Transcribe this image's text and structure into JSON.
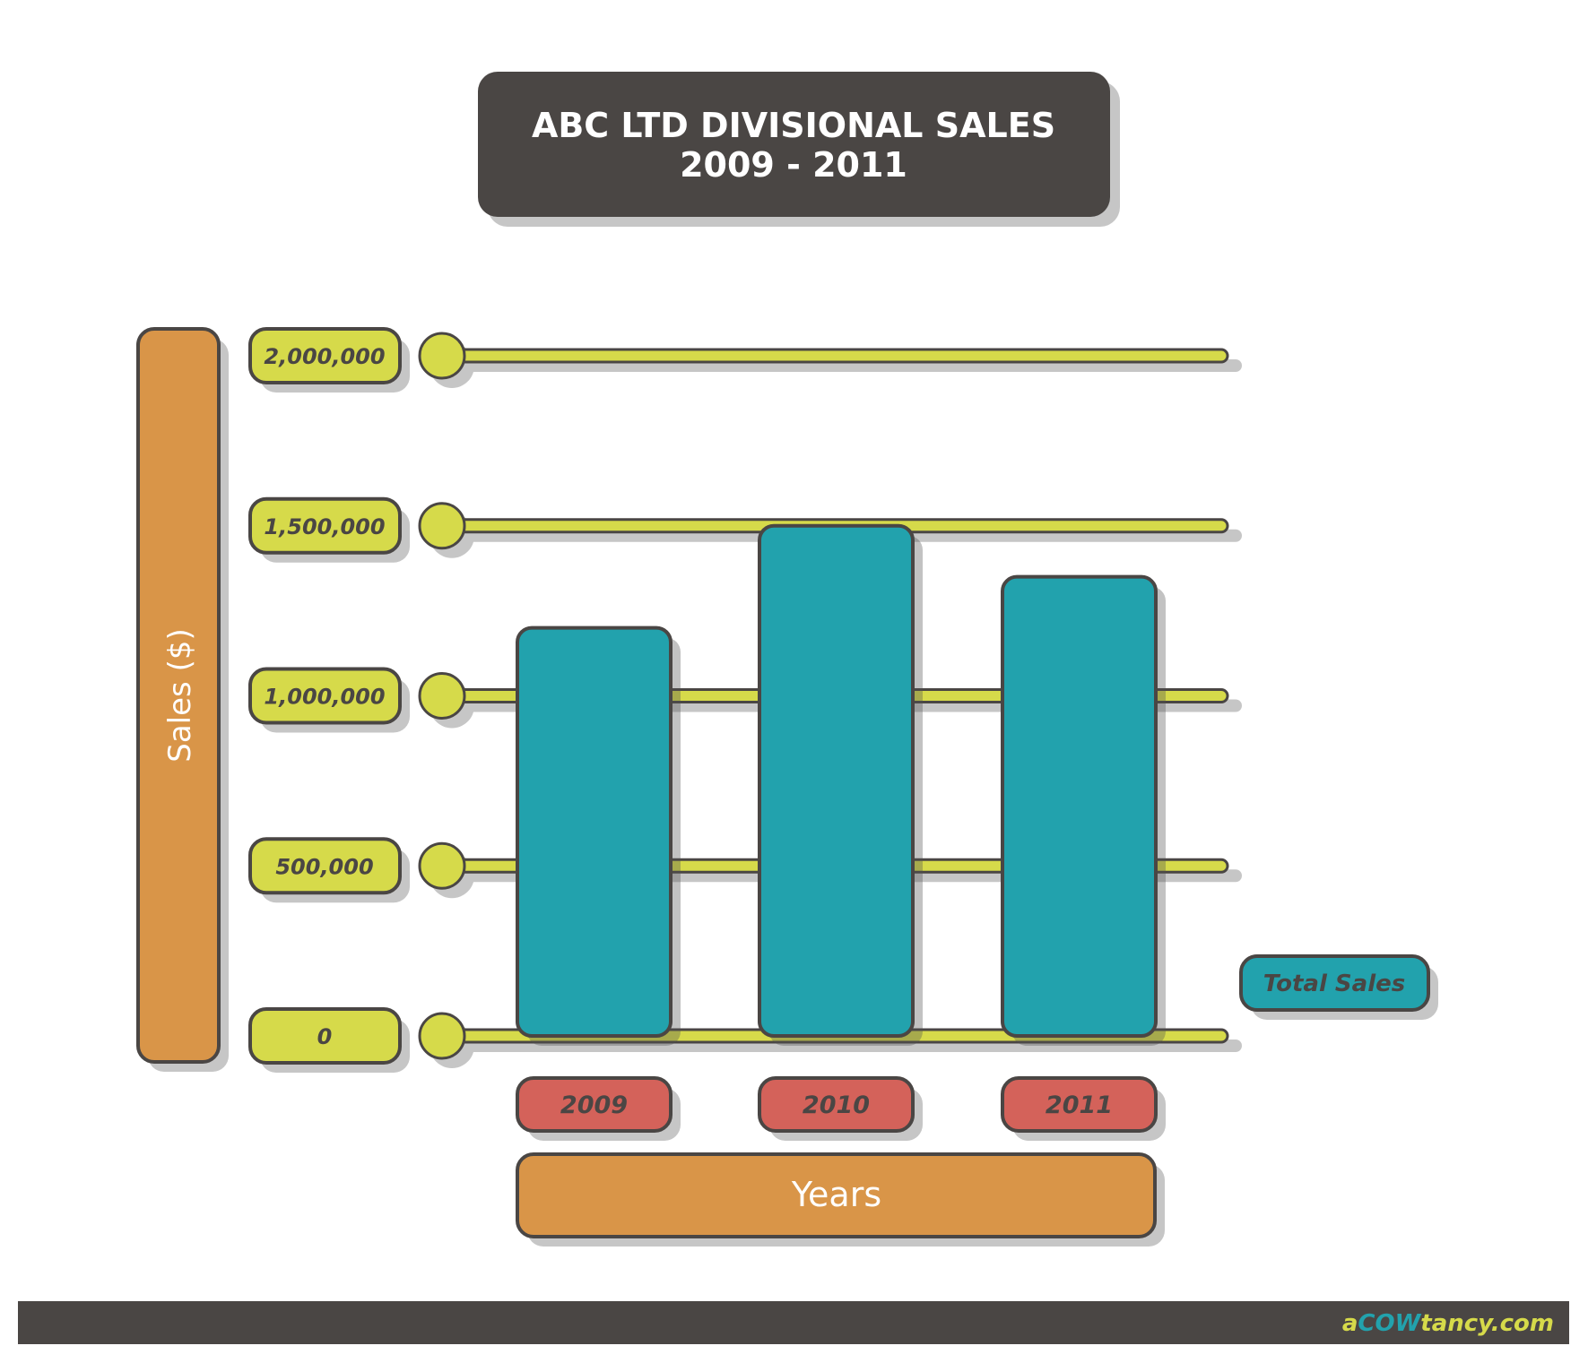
{
  "chart_data": {
    "type": "bar",
    "title": "ABC LTD DIVISIONAL SALES",
    "subtitle": "2009 - 2011",
    "xlabel": "Years",
    "ylabel": "Sales ($)",
    "categories": [
      "2009",
      "2010",
      "2011"
    ],
    "series": [
      {
        "name": "Total Sales",
        "values": [
          1200000,
          1500000,
          1350000
        ]
      }
    ],
    "ylim": [
      0,
      2000000
    ],
    "yticks": [
      0,
      500000,
      1000000,
      1500000,
      2000000
    ],
    "ytick_labels": [
      "0",
      "500,000",
      "1,000,000",
      "1,500,000",
      "2,000,000"
    ],
    "grid": true,
    "legend": "right"
  },
  "footer": {
    "brand_a": "a",
    "brand_cow": "COW",
    "brand_rest": "tancy.com"
  },
  "colors": {
    "dark": "#4a4644",
    "gridline": "#d6da4a",
    "bar": "#22a2ad",
    "axis_label_bg": "#d99548",
    "year_label_bg": "#d4625a",
    "shadow": "#c6c6c6"
  }
}
